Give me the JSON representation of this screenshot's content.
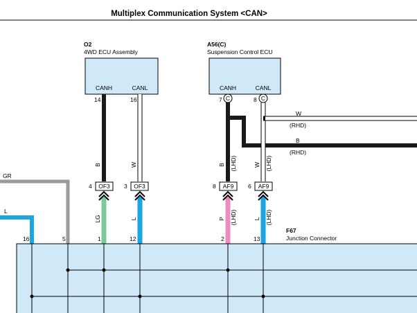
{
  "title": "Multiplex Communication System <CAN>",
  "components": {
    "o2": {
      "code": "O2",
      "name": "4WD ECU Assembly",
      "pin_canh": "CANH",
      "pin_canl": "CANL"
    },
    "a56": {
      "code": "A56(C)",
      "name": "Suspension Control ECU",
      "pin_canh": "CANH",
      "pin_canl": "CANL"
    },
    "f67": {
      "code": "F67",
      "name": "Junction Connector"
    }
  },
  "pins": {
    "o2_canh": "14",
    "o2_canl": "16",
    "a56_canh": "7",
    "a56_canl": "8",
    "a56_conn_1": "C",
    "a56_conn_2": "C",
    "jc_1": "4",
    "jc_2": "3",
    "jc_3": "8",
    "jc_4": "6",
    "f67_16": "16",
    "f67_5": "5",
    "f67_1": "1",
    "f67_12": "12",
    "f67_2": "2",
    "f67_13": "13"
  },
  "connectors": {
    "of3_a": "OF3",
    "of3_b": "OF3",
    "af9_a": "AF9",
    "af9_b": "AF9"
  },
  "wire_colors": {
    "o2_canh_upper": "B",
    "o2_canl_upper": "W",
    "a56_canh_upper": "B",
    "a56_canl_upper": "W",
    "o2_canh_lower": "LG",
    "o2_canl_lower": "L",
    "a56_canh_lower": "P",
    "a56_canl_lower": "L",
    "gr_wire": "GR",
    "l_wire": "L",
    "rhd_w": "W",
    "rhd_b": "B"
  },
  "notes": {
    "lhd_1": "(LHD)",
    "lhd_2": "(LHD)",
    "lhd_3": "(LHD)",
    "lhd_4": "(LHD)",
    "rhd_1": "(RHD)",
    "rhd_2": "(RHD)"
  },
  "colors": {
    "black": "#1a1a1a",
    "white_wire": "#ffffff",
    "gray": "#9a9a9a",
    "blue": "#1aa6e0",
    "green": "#7cc99a",
    "pink": "#ec8dc0",
    "junction_fill": "#cfe9f8",
    "ecu_fill": "#cfe9f8"
  }
}
